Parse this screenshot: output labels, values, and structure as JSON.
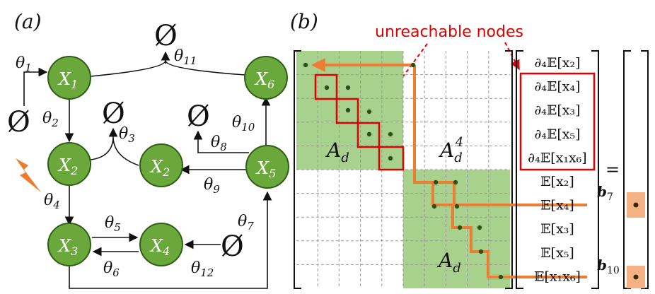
{
  "panel_a": {
    "label": "(a)",
    "nodes": [
      {
        "id": "n1",
        "name": "X",
        "sub": "1"
      },
      {
        "id": "n2",
        "name": "X",
        "sub": "2"
      },
      {
        "id": "n3",
        "name": "X",
        "sub": "3"
      },
      {
        "id": "n4",
        "name": "X",
        "sub": "4"
      },
      {
        "id": "n2b",
        "name": "X",
        "sub": "2"
      },
      {
        "id": "n5",
        "name": "X",
        "sub": "5"
      },
      {
        "id": "n6",
        "name": "X",
        "sub": "6"
      }
    ],
    "null_symbol": "Ø",
    "rates": [
      {
        "id": "t1",
        "sym": "θ",
        "sub": "1"
      },
      {
        "id": "t2",
        "sym": "θ",
        "sub": "2"
      },
      {
        "id": "t3",
        "sym": "θ",
        "sub": "3"
      },
      {
        "id": "t4",
        "sym": "θ",
        "sub": "4"
      },
      {
        "id": "t5",
        "sym": "θ",
        "sub": "5"
      },
      {
        "id": "t6",
        "sym": "θ",
        "sub": "6"
      },
      {
        "id": "t7",
        "sym": "θ",
        "sub": "7"
      },
      {
        "id": "t8",
        "sym": "θ",
        "sub": "8"
      },
      {
        "id": "t9",
        "sym": "θ",
        "sub": "9"
      },
      {
        "id": "t10",
        "sym": "θ",
        "sub": "10"
      },
      {
        "id": "t11",
        "sym": "θ",
        "sub": "11"
      },
      {
        "id": "t12",
        "sym": "θ",
        "sub": "12"
      }
    ]
  },
  "panel_b": {
    "label": "(b)",
    "annotation": "unreachable nodes",
    "block_top": {
      "base": "A",
      "sub": "d"
    },
    "block_mid": {
      "base": "A",
      "sub": "d",
      "sup": "4"
    },
    "block_bottom": {
      "base": "A",
      "sub": "d"
    },
    "vector_entries": [
      "∂₄𝔼[x₂]",
      "∂₄𝔼[x₄]",
      "∂₄𝔼[x₃]",
      "∂₄𝔼[x₅]",
      "∂₄𝔼[x₁x₆]",
      "𝔼[x₂]",
      "𝔼[x₄]",
      "𝔼[x₃]",
      "𝔼[x₅]",
      "𝔼[x₁x₆]"
    ],
    "equals": "=",
    "b_labels": [
      {
        "base": "b",
        "sub": "7"
      },
      {
        "base": "b",
        "sub": "10"
      }
    ]
  },
  "colors": {
    "node_fill": "#6aa83c",
    "node_stroke": "#2f5e17",
    "block_fill": "#a9d18e",
    "path_orange": "#ed7d31",
    "highlight_red": "#e00000",
    "rhs_fill": "#f4b183",
    "bolt": "#ed7d31"
  }
}
